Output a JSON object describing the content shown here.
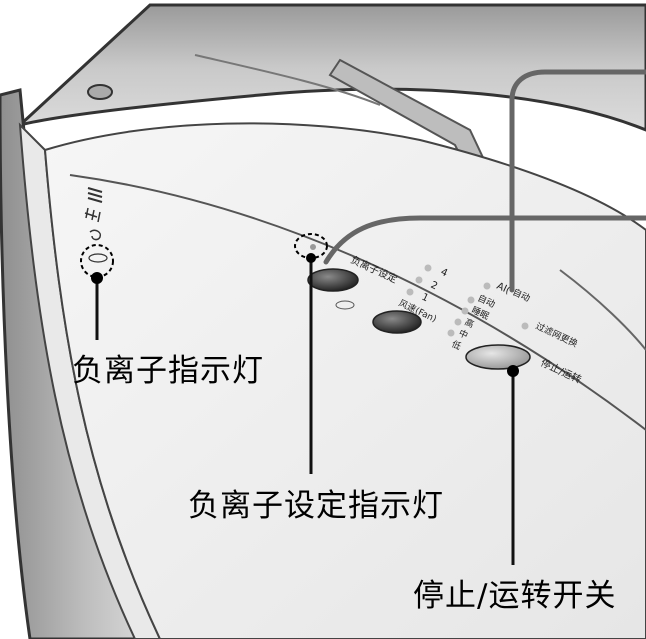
{
  "callouts": {
    "ion_indicator": "负离子指示灯",
    "ion_setting_indicator": "负离子设定指示灯",
    "stop_run_switch": "停止/运转开关"
  },
  "panel": {
    "ion_setting_label": "负离子设定",
    "fan_speed_button_label": "风速(Fan)",
    "fan_levels": [
      "4",
      "2",
      "1"
    ],
    "mode_labels": [
      "自动",
      "睡眠",
      "高",
      "中",
      "低"
    ],
    "ai_label": "AI(",
    "filter_label": "过滤网更换",
    "stop_run_label": "停止/运转"
  },
  "colors": {
    "housing": "#cfcfcf",
    "panel_face": "#f1f1f1",
    "button_dark": "#3a3a3a",
    "button_light": "#a9a9a9",
    "leader_line": "#666666"
  }
}
